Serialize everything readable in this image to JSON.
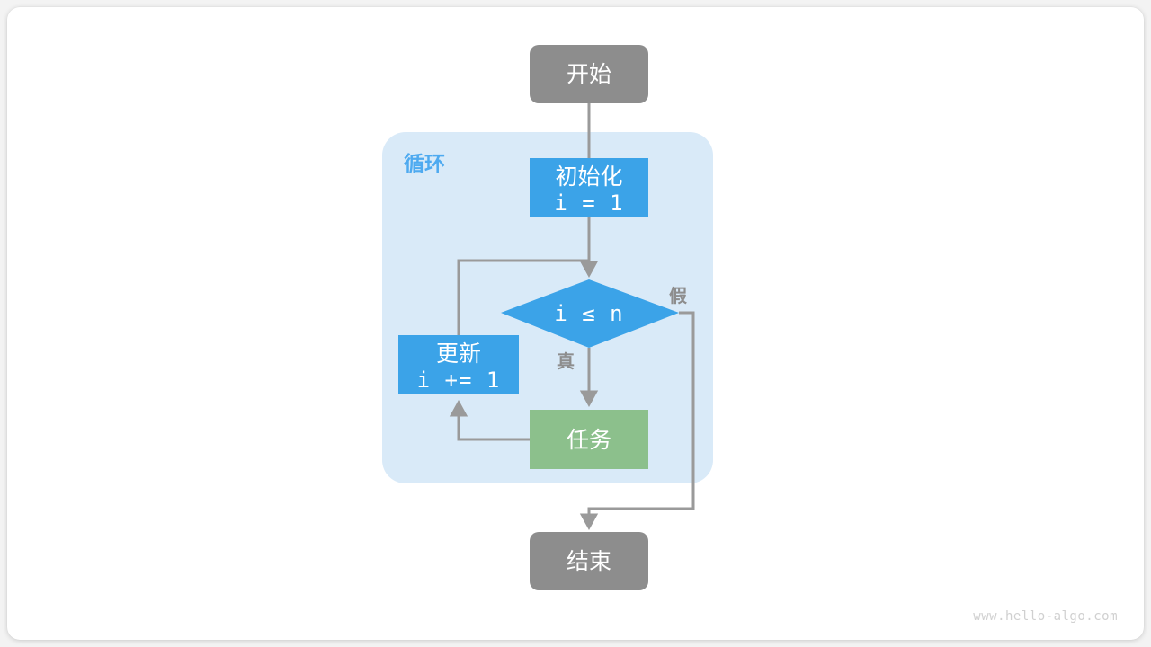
{
  "page": {
    "background_color": "#f3f3f3",
    "card_color": "#ffffff"
  },
  "diagram": {
    "title_watermark": "www.hello-algo.com",
    "region": {
      "label": "循环",
      "fill": "#d9eaf8",
      "label_color": "#4eaaf0"
    },
    "palette": {
      "terminal": "#8d8d8d",
      "process_blue": "#3ba3e8",
      "decision_blue": "#3ba3e8",
      "task_green": "#8cc08c",
      "edge": "#9a9a9a",
      "text_light": "#ffffff"
    },
    "nodes": [
      {
        "id": "start",
        "kind": "terminal",
        "label": "开始",
        "sub": "",
        "color": "#8d8d8d"
      },
      {
        "id": "init",
        "kind": "process",
        "label": "初始化",
        "sub": "i = 1",
        "color": "#3ba3e8"
      },
      {
        "id": "condition",
        "kind": "decision",
        "label": "",
        "sub": "i ≤ n",
        "color": "#3ba3e8"
      },
      {
        "id": "update",
        "kind": "process",
        "label": "更新",
        "sub": "i += 1",
        "color": "#3ba3e8"
      },
      {
        "id": "task",
        "kind": "process",
        "label": "任务",
        "sub": "",
        "color": "#8cc08c"
      },
      {
        "id": "end",
        "kind": "terminal",
        "label": "结束",
        "sub": "",
        "color": "#8d8d8d"
      }
    ],
    "edge_labels": {
      "true": "真",
      "false": "假"
    }
  }
}
